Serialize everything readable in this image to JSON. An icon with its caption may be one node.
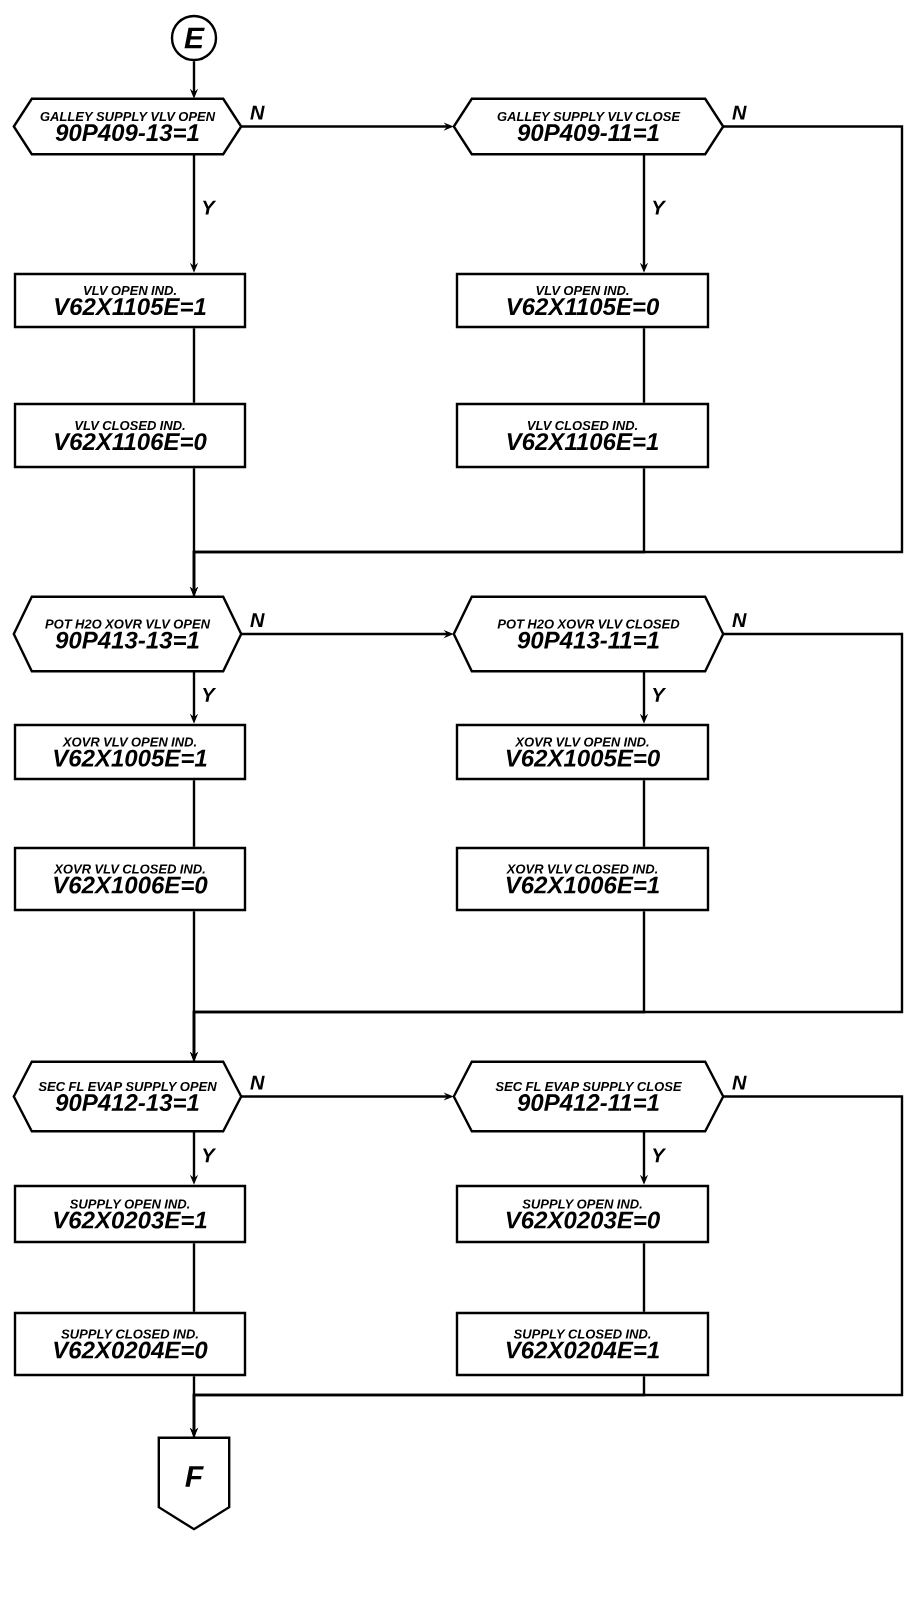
{
  "diagram": {
    "nodes": [
      {
        "text": [
          "E"
        ]
      },
      {
        "text": [
          "GALLEY SUPPLY VLV OPEN",
          "90P409-13=1"
        ]
      },
      {
        "text": [
          "GALLEY SUPPLY VLV CLOSE",
          "90P409-11=1"
        ]
      },
      {
        "text": [
          "VLV OPEN IND.",
          "V62X1105E=1"
        ]
      },
      {
        "text": [
          "VLV OPEN IND.",
          "V62X1105E=0"
        ]
      },
      {
        "text": [
          "VLV CLOSED IND.",
          "V62X1106E=0"
        ]
      },
      {
        "text": [
          "VLV CLOSED IND.",
          "V62X1106E=1"
        ]
      },
      {
        "text": [
          "POT H2O XOVR VLV OPEN",
          "90P413-13=1"
        ]
      },
      {
        "text": [
          "POT H2O XOVR VLV CLOSED",
          "90P413-11=1"
        ]
      },
      {
        "text": [
          "XOVR VLV OPEN IND.",
          "V62X1005E=1"
        ]
      },
      {
        "text": [
          "XOVR VLV OPEN IND.",
          "V62X1005E=0"
        ]
      },
      {
        "text": [
          "XOVR VLV CLOSED IND.",
          "V62X1006E=0"
        ]
      },
      {
        "text": [
          "XOVR VLV CLOSED IND.",
          "V62X1006E=1"
        ]
      },
      {
        "text": [
          "SEC FL EVAP SUPPLY OPEN",
          "90P412-13=1"
        ]
      },
      {
        "text": [
          "SEC FL EVAP SUPPLY CLOSE",
          "90P412-11=1"
        ]
      },
      {
        "text": [
          "SUPPLY OPEN IND.",
          "V62X0203E=1"
        ]
      },
      {
        "text": [
          "SUPPLY OPEN IND.",
          "V62X0203E=0"
        ]
      },
      {
        "text": [
          "SUPPLY CLOSED IND.",
          "V62X0204E=0"
        ]
      },
      {
        "text": [
          "SUPPLY CLOSED IND.",
          "V62X0204E=1"
        ]
      },
      {
        "text": [
          "F"
        ]
      }
    ],
    "edges": [
      {
        "from": 0,
        "to": 1,
        "arrow": "to"
      },
      {
        "from": 1,
        "to": 2,
        "arrow": "to",
        "label": "N"
      },
      {
        "from": 1,
        "to": 3,
        "arrow": "to",
        "label": "Y"
      },
      {
        "from": 2,
        "to": 4,
        "arrow": "to",
        "label": "Y"
      },
      {
        "from": 3,
        "to": 5,
        "arrow": "none"
      },
      {
        "from": 4,
        "to": 6,
        "arrow": "none"
      },
      {
        "from": 5,
        "to": 7,
        "arrow": "none"
      },
      {
        "from": 6,
        "to": 7,
        "arrow": "to"
      },
      {
        "from": 2,
        "to": 7,
        "arrow": "to",
        "label": "N"
      },
      {
        "from": 7,
        "to": 8,
        "arrow": "to",
        "label": "N"
      },
      {
        "from": 7,
        "to": 9,
        "arrow": "to",
        "label": "Y"
      },
      {
        "from": 8,
        "to": 10,
        "arrow": "to",
        "label": "Y"
      },
      {
        "from": 9,
        "to": 11,
        "arrow": "none"
      },
      {
        "from": 10,
        "to": 12,
        "arrow": "none"
      },
      {
        "from": 11,
        "to": 13,
        "arrow": "none"
      },
      {
        "from": 12,
        "to": 13,
        "arrow": "to"
      },
      {
        "from": 8,
        "to": 13,
        "arrow": "to",
        "label": "N"
      },
      {
        "from": 13,
        "to": 14,
        "arrow": "to",
        "label": "N"
      },
      {
        "from": 13,
        "to": 15,
        "arrow": "to",
        "label": "Y"
      },
      {
        "from": 14,
        "to": 16,
        "arrow": "to",
        "label": "Y"
      },
      {
        "from": 15,
        "to": 17,
        "arrow": "none"
      },
      {
        "from": 16,
        "to": 18,
        "arrow": "none"
      },
      {
        "from": 17,
        "to": 19,
        "arrow": "none"
      },
      {
        "from": 18,
        "to": 19,
        "arrow": "to"
      },
      {
        "from": 14,
        "to": 19,
        "arrow": "to",
        "label": "N"
      }
    ]
  }
}
